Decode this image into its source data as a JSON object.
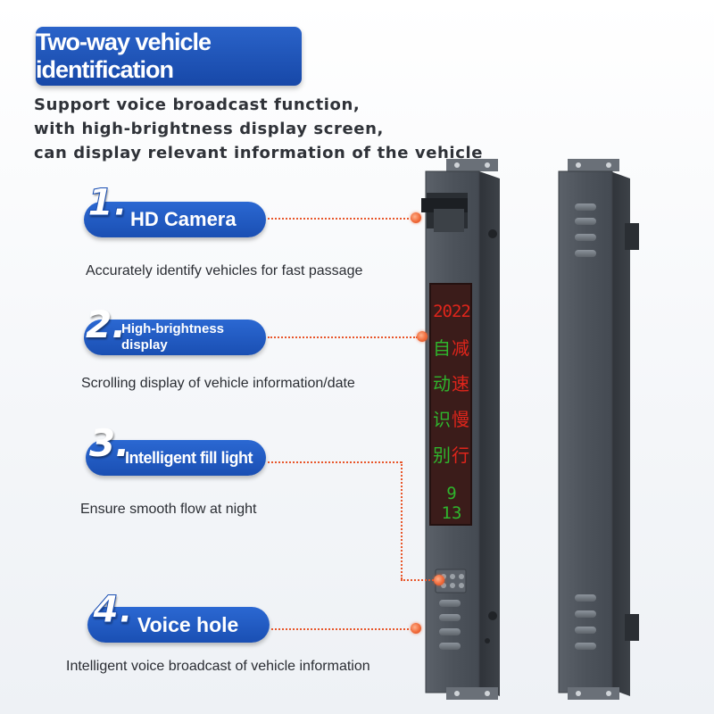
{
  "title": "Two-way vehicle identification",
  "subtitle": [
    "Support voice broadcast function,",
    "with high-brightness display screen,",
    "can display relevant information of the vehicle"
  ],
  "features": [
    {
      "number": "1.",
      "label": "HD Camera",
      "description": "Accurately identify vehicles for fast passage"
    },
    {
      "number": "2.",
      "label_line1": "High-brightness",
      "label_line2": "display",
      "description": "Scrolling display of vehicle information/date"
    },
    {
      "number": "3.",
      "label": "Intelligent fill light",
      "description": "Ensure smooth flow at night"
    },
    {
      "number": "4.",
      "label": "Voice hole",
      "description": "Intelligent voice broadcast of vehicle information"
    }
  ],
  "display": {
    "year": "2022",
    "col1": [
      "自",
      "动",
      "识",
      "别"
    ],
    "col2": [
      "减",
      "速",
      "慢",
      "行"
    ],
    "bottom": "9 13"
  },
  "colors": {
    "accent": "#1a4fb3",
    "leader": "#e8562a",
    "led_red": "#e0251b",
    "led_green": "#2fb52d",
    "device": "#4a5058"
  }
}
